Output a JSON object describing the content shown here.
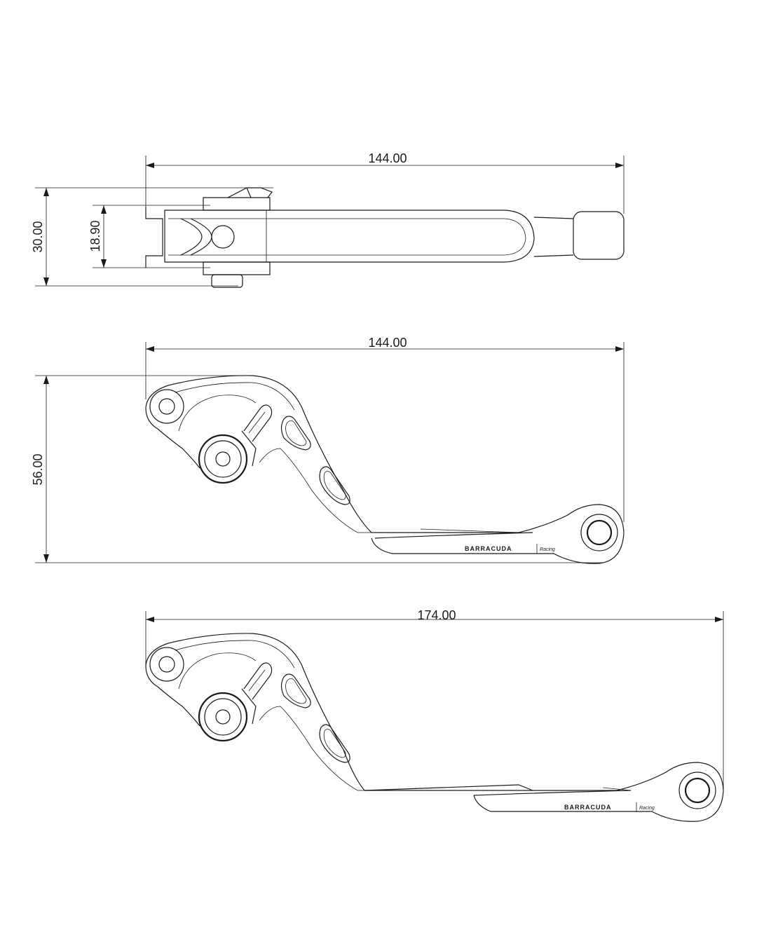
{
  "top_view": {
    "length_label": "144.00",
    "height_outer_label": "30.00",
    "height_inner_label": "18.90"
  },
  "short_lever": {
    "length_label": "144.00",
    "height_label": "56.00",
    "brand": "BARRACUDA",
    "brand_sub": "Racing"
  },
  "long_lever": {
    "length_label": "174.00",
    "brand": "BARRACUDA",
    "brand_sub": "Racing"
  }
}
